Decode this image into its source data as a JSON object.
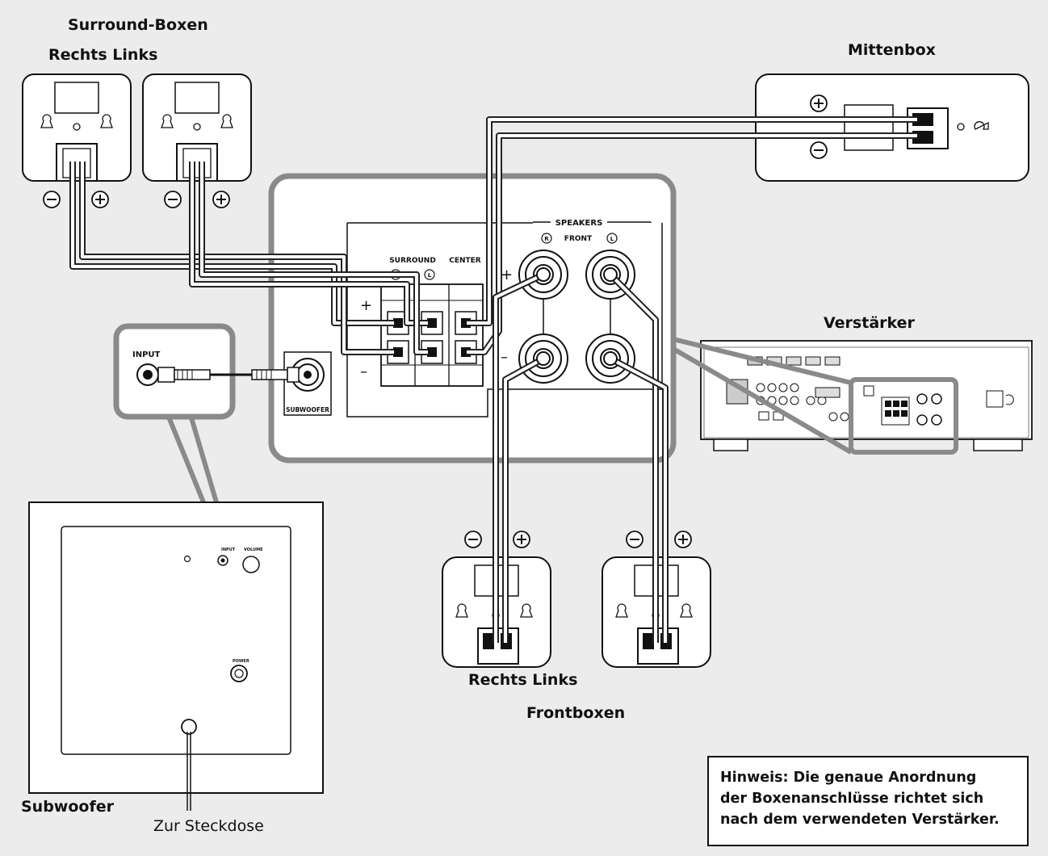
{
  "labels": {
    "surround_group": "Surround-Boxen",
    "surround_rl": "Rechts Links",
    "center_box": "Mittenbox",
    "amplifier": "Verstärker",
    "subwoofer": "Subwoofer",
    "power_outlet": "Zur Steckdose",
    "front_rl": "Rechts Links",
    "front_group": "Frontboxen"
  },
  "panel": {
    "speakers": "SPEAKERS",
    "front": "FRONT",
    "surround": "SURROUND",
    "center": "CENTER",
    "subwoofer": "SUBWOOFER",
    "input": "INPUT",
    "plus": "+",
    "minus": "–"
  },
  "note": "Hinweis: Die genaue Anordnung\nder Boxenanschlüsse richtet sich\nnach dem verwendeten Verstärker."
}
